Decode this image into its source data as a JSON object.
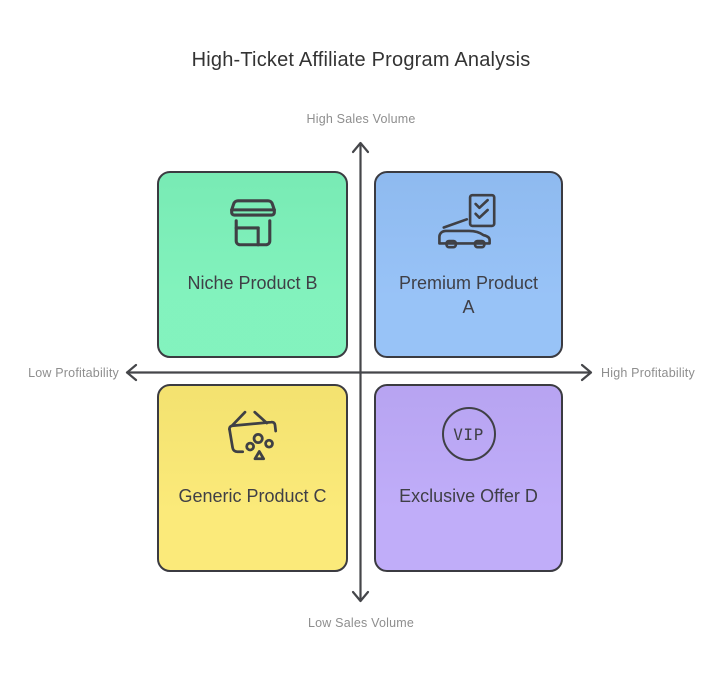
{
  "title": "High-Ticket Affiliate Program Analysis",
  "axis_labels": {
    "top": "High Sales Volume",
    "bottom": "Low Sales Volume",
    "left": "Low Profitability",
    "right": "High Profitability"
  },
  "quadrants": [
    {
      "position": "top-left",
      "label": "Niche Product B",
      "label_lines": [
        "Niche Product B"
      ],
      "icon": "storefront-icon",
      "fill": "#7cf2ba"
    },
    {
      "position": "top-right",
      "label": "Premium Product A",
      "label_lines": [
        "Premium Product",
        "A"
      ],
      "icon": "car-checklist-icon",
      "fill": "#93c0f7"
    },
    {
      "position": "bottom-left",
      "label": "Generic Product C",
      "label_lines": [
        "Generic Product C"
      ],
      "icon": "shopping-basket-icon",
      "fill": "#fbe973"
    },
    {
      "position": "bottom-right",
      "label": "Exclusive Offer D",
      "label_lines": [
        "Exclusive Offer D"
      ],
      "icon": "vip-badge-icon",
      "icon_text": "VIP",
      "fill": "#bda9f9"
    }
  ],
  "colors": {
    "background": "#ffffff",
    "axis_line": "#45464a",
    "box_border": "#3b3b41",
    "title_text": "#333333",
    "axis_label_text": "#8e8e8e",
    "box_label_text": "#3f3f46",
    "icon_stroke": "#3f4045"
  }
}
